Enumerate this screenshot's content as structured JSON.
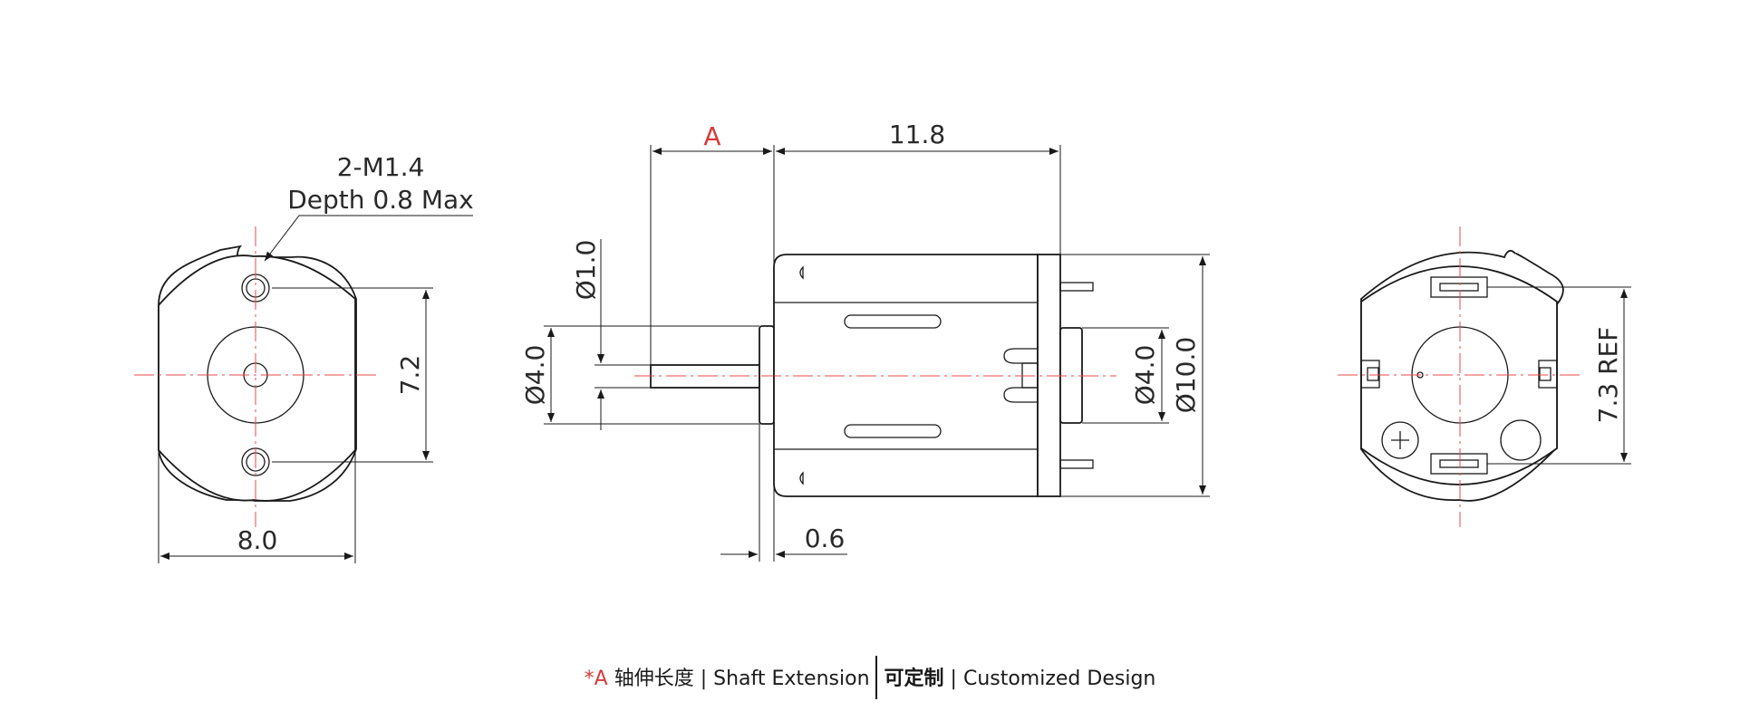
{
  "dimensions": {
    "thread_line1": "2-M1.4",
    "thread_line2": "Depth 0.8 Max",
    "hole_spacing": "7.2",
    "front_width": "8.0",
    "shaft_extension": "A",
    "body_length": "11.8",
    "shaft_diameter": "Ø1.0",
    "front_boss_diameter": "Ø4.0",
    "rear_boss_diameter": "Ø4.0",
    "body_diameter": "Ø10.0",
    "boss_thickness": "0.6",
    "terminal_spacing": "7.3 REF"
  },
  "legend": {
    "marker": "*A",
    "cn_shaft": "轴伸长度",
    "divider1": "|",
    "en_shaft": "Shaft Extension",
    "cn_custom": "可定制",
    "divider2": "|",
    "en_custom": "Customized Design"
  },
  "colors": {
    "line": "#1a1a1a",
    "centerline": "#e84a4a",
    "highlight_label": "#d63a3a"
  }
}
